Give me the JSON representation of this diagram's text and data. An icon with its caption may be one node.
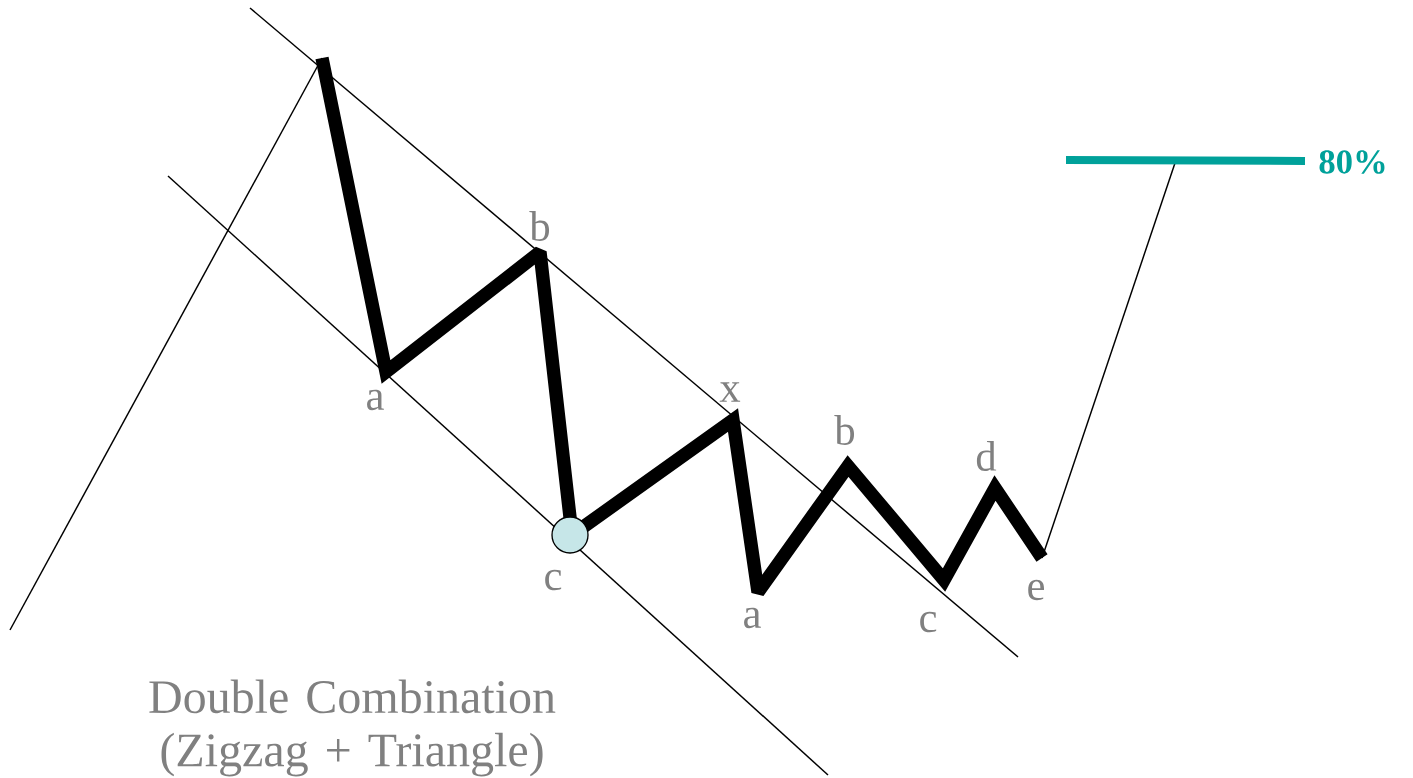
{
  "diagram": {
    "caption": "Double Combination (Zigzag + Triangle)",
    "labels": [
      "80%",
      "b",
      "a",
      "x",
      "b",
      "d",
      "c",
      "a",
      "e",
      "c"
    ]
  }
}
